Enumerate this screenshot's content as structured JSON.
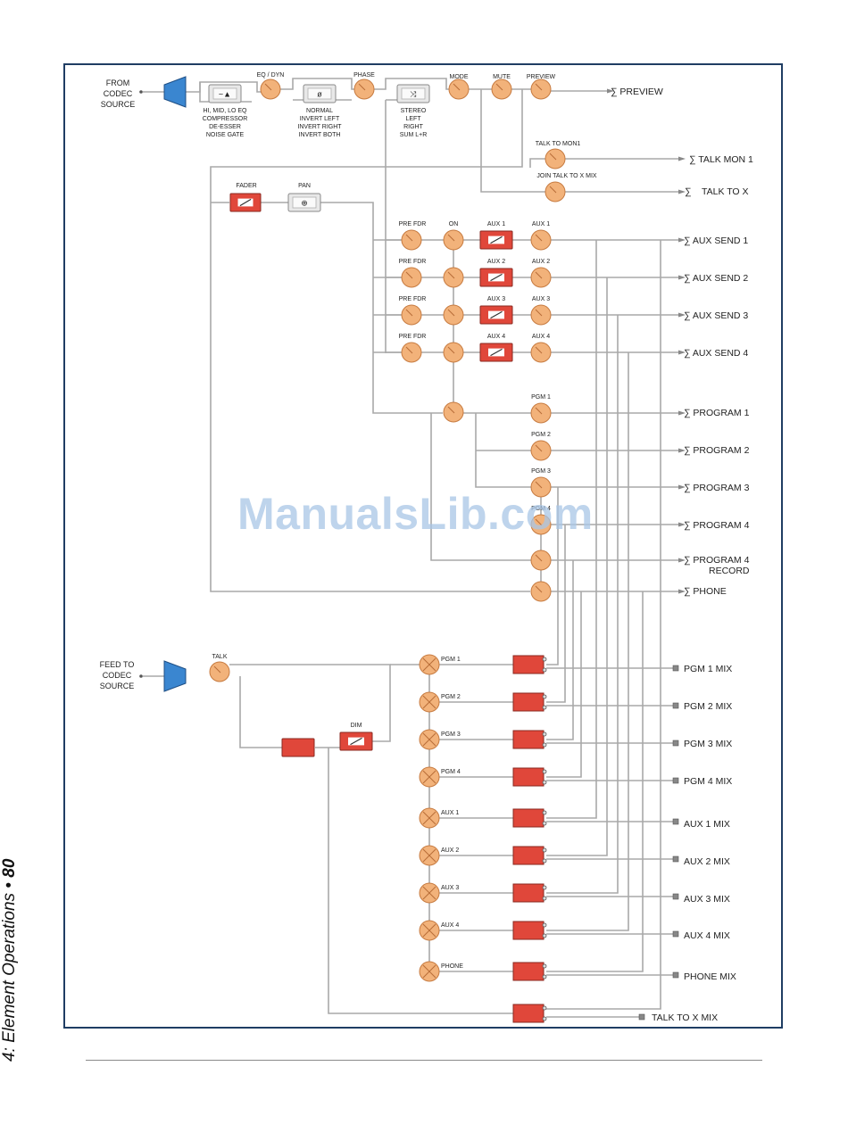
{
  "page": {
    "section_label": "4: Element Operations",
    "page_number": "80",
    "watermark": "ManualsLib.com"
  },
  "colors": {
    "frame": "#1f3d63",
    "knob": "#f2b27a",
    "fader": "#e0473a",
    "line": "#a9a9a9",
    "speaker": "#3a86d0"
  },
  "diagram": {
    "source_in": [
      "FROM",
      "CODEC",
      "SOURCE"
    ],
    "feed_out": [
      "FEED TO",
      "CODEC",
      "SOURCE"
    ],
    "top": {
      "eq_dyn": "EQ / DYN",
      "phase": "PHASE",
      "mode": "MODE",
      "mute": "MUTE",
      "preview": "PREVIEW",
      "eq_options": [
        "HI, MID, LO EQ",
        "COMPRESSOR",
        "DE-ESSER",
        "NOISE GATE"
      ],
      "phase_options": [
        "NORMAL",
        "INVERT LEFT",
        "INVERT RIGHT",
        "INVERT BOTH"
      ],
      "mode_options": [
        "STEREO",
        "LEFT",
        "RIGHT",
        "SUM L+R"
      ],
      "talk_to_mon1": "TALK TO MON1",
      "join_talk": "JOIN TALK TO X MIX"
    },
    "fader": "FADER",
    "pan": "PAN",
    "pre_fdr": "PRE FDR",
    "on": "ON",
    "aux_faders": [
      "AUX 1",
      "AUX 2",
      "AUX 3",
      "AUX 4"
    ],
    "aux_knobs": [
      "AUX 1",
      "AUX 2",
      "AUX 3",
      "AUX 4"
    ],
    "pgm_knobs": [
      "PGM 1",
      "PGM 2",
      "PGM 3",
      "PGM 4"
    ],
    "sum": "∑",
    "buses": [
      "PREVIEW",
      "TALK MON 1",
      "TALK TO X",
      "AUX SEND 1",
      "AUX SEND 2",
      "AUX SEND 3",
      "AUX SEND 4",
      "PROGRAM 1",
      "PROGRAM 2",
      "PROGRAM 3",
      "PROGRAM 4",
      "PROGRAM 4",
      "RECORD",
      "PHONE"
    ],
    "talk": "TALK",
    "dim": "DIM",
    "mix_knobs": [
      "PGM 1",
      "PGM 2",
      "PGM 3",
      "PGM 4",
      "AUX  1",
      "AUX  2",
      "AUX  3",
      "AUX 4",
      "PHONE"
    ],
    "mix_outputs": [
      "PGM 1 MIX",
      "PGM 2 MIX",
      "PGM 3 MIX",
      "PGM 4 MIX",
      "AUX 1 MIX",
      "AUX 2 MIX",
      "AUX 3 MIX",
      "AUX 4 MIX",
      "PHONE MIX",
      "TALK TO X MIX"
    ]
  }
}
